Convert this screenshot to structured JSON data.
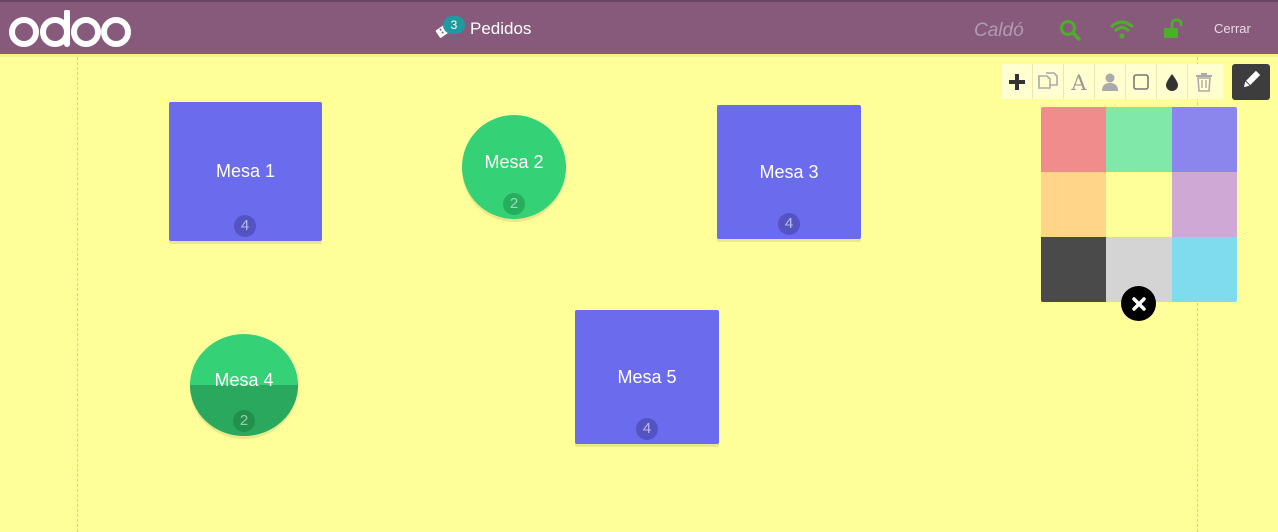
{
  "header": {
    "logo_text": "odoo",
    "orders_count": "3",
    "orders_label": "Pedidos",
    "shop_name": "Caldó",
    "close_label": "Cerrar",
    "icons": [
      "search-icon",
      "wifi-icon",
      "unlock-icon"
    ],
    "colors": {
      "bar": "#875a7b",
      "status_green": "#4caf2a"
    }
  },
  "toolbar": {
    "tools": [
      "add-table-icon",
      "duplicate-icon",
      "rename-icon",
      "seats-icon",
      "shape-icon",
      "color-icon",
      "trash-icon"
    ],
    "edit_icon": "pencil-icon"
  },
  "palette": {
    "colors": [
      "#f08c8c",
      "#80e8a8",
      "#8a86ee",
      "#ffd58a",
      "#ffff99",
      "#cfa8d6",
      "#4a4a4a",
      "#d4d4d4",
      "#7fdcee"
    ],
    "close_icon": "close-icon"
  },
  "floor": {
    "tables": [
      {
        "name": "Mesa 1",
        "seats": "4",
        "shape": "square",
        "color": "#6b6bed"
      },
      {
        "name": "Mesa 2",
        "seats": "2",
        "shape": "round",
        "color": "#34d176"
      },
      {
        "name": "Mesa 3",
        "seats": "4",
        "shape": "square",
        "color": "#6b6bed"
      },
      {
        "name": "Mesa 4",
        "seats": "2",
        "shape": "round",
        "color": "#34d176",
        "occupancy": 0.5
      },
      {
        "name": "Mesa 5",
        "seats": "4",
        "shape": "square",
        "color": "#6b6bed"
      }
    ]
  }
}
